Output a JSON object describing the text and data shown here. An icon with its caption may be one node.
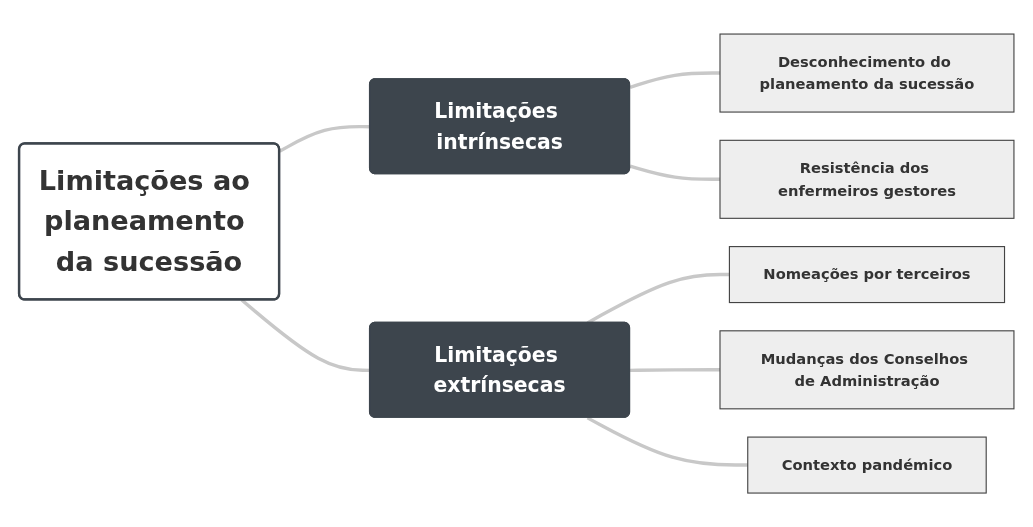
{
  "diagram": {
    "nodes": [
      {
        "text": [
          "Limitações ao planeamento da sucessão"
        ]
      },
      {
        "text": [
          "Limitações intrínsecas"
        ]
      },
      {
        "text": [
          "Desconhecimento do planeamento da sucessão"
        ]
      },
      {
        "text": [
          "Resistência dos enfermeiros gestores"
        ]
      },
      {
        "text": [
          "Limitações extrínsecas"
        ]
      },
      {
        "text": [
          "Nomeações por terceiros"
        ]
      },
      {
        "text": [
          "Mudanças dos Conselhos de Administração"
        ]
      },
      {
        "text": [
          "Contexto pandémico"
        ]
      }
    ],
    "edges": [
      {
        "from": 0,
        "to": 1,
        "arrow": "none"
      },
      {
        "from": 1,
        "to": 2,
        "arrow": "none"
      },
      {
        "from": 1,
        "to": 3,
        "arrow": "none"
      },
      {
        "from": 0,
        "to": 4,
        "arrow": "none"
      },
      {
        "from": 4,
        "to": 5,
        "arrow": "none"
      },
      {
        "from": 4,
        "to": 6,
        "arrow": "none"
      },
      {
        "from": 4,
        "to": 7,
        "arrow": "none"
      }
    ]
  }
}
